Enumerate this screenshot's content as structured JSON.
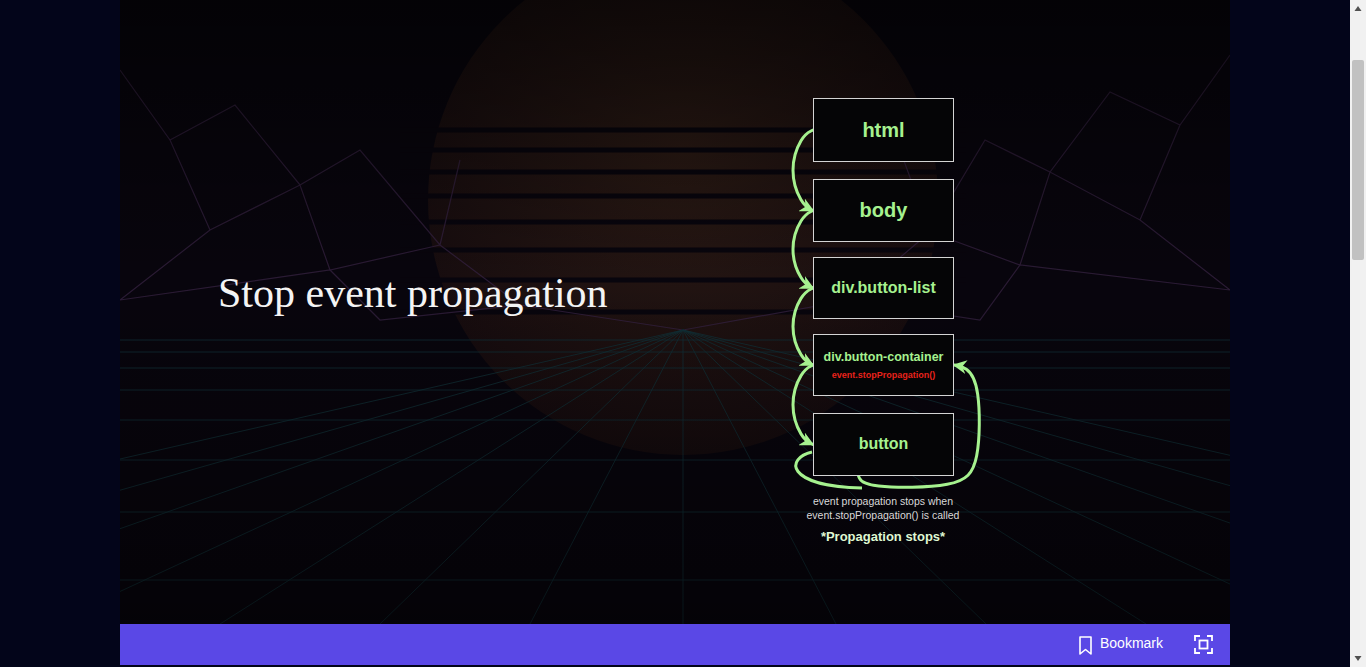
{
  "diagram": {
    "title": "Stop event propagation",
    "nodes": [
      {
        "text": [
          "html"
        ]
      },
      {
        "text": [
          "body"
        ]
      },
      {
        "text": [
          "div.button-list"
        ]
      },
      {
        "text": [
          "div.button-container",
          "event.stopPropagation()"
        ]
      },
      {
        "text": [
          "button"
        ]
      }
    ],
    "edges": [
      {
        "from": 0,
        "to": 1,
        "arrow": "to"
      },
      {
        "from": 1,
        "to": 2,
        "arrow": "to"
      },
      {
        "from": 2,
        "to": 3,
        "arrow": "to"
      },
      {
        "from": 3,
        "to": 4,
        "arrow": "to"
      },
      {
        "from": 4,
        "to": 3,
        "arrow": "to"
      }
    ],
    "labels": [
      "event propagation stops when event.stopPropagation() is called",
      "*Propagation stops*",
      "Bookmark"
    ]
  }
}
